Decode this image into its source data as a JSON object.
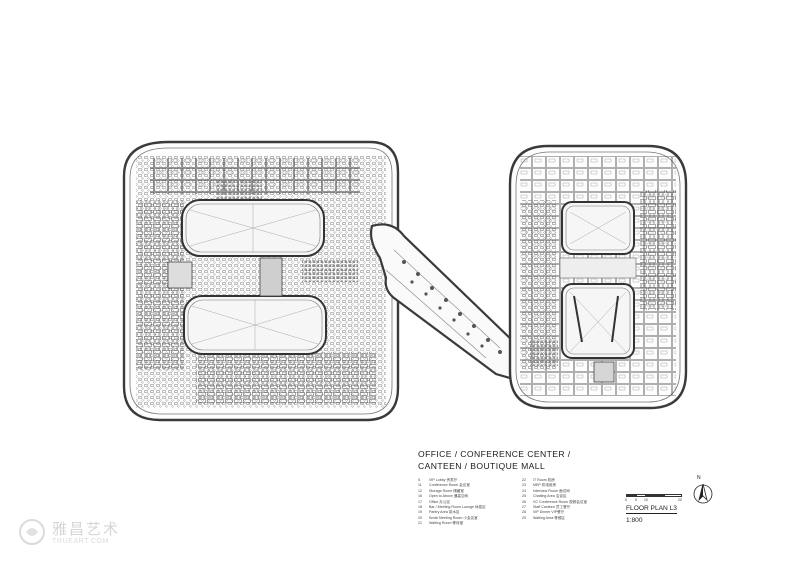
{
  "title_lines": [
    "OFFICE / CONFERENCE CENTER /",
    "CANTEEN / BOUTIQUE MALL"
  ],
  "legend_left": [
    {
      "num": "5",
      "text": "VIP Lobby  贵宾厅"
    },
    {
      "num": "11",
      "text": "Conference Room  会议室"
    },
    {
      "num": "12",
      "text": "Storage Room  储藏室"
    },
    {
      "num": "16",
      "text": "Open to Above  通高空间"
    },
    {
      "num": "17",
      "text": "Office  办公区"
    },
    {
      "num": "18",
      "text": "Bar / Meeting Room Lounge  休息区"
    },
    {
      "num": "19",
      "text": "Pantry Area  茶水区"
    },
    {
      "num": "20",
      "text": "Small Meeting Room  小会议室"
    },
    {
      "num": "21",
      "text": "Waiting Room  等待室"
    }
  ],
  "legend_right": [
    {
      "num": "22",
      "text": "IT Room  机房"
    },
    {
      "num": "23",
      "text": "MEP  机电用房"
    },
    {
      "num": "24",
      "text": "Interview Room  面试间"
    },
    {
      "num": "25",
      "text": "Chatting Area  洽谈区"
    },
    {
      "num": "26",
      "text": "VC Conference Room  视频会议室"
    },
    {
      "num": "27",
      "text": "Staff Canteen  员工餐厅"
    },
    {
      "num": "28",
      "text": "VIP Dinner  VIP餐厅"
    },
    {
      "num": "29",
      "text": "Waiting Area  等候区"
    }
  ],
  "scale_ticks": [
    "0",
    "5",
    "10",
    "20"
  ],
  "floor_plan_label": "FLOOR PLAN L3",
  "plan_scale": "1:800",
  "north_label": "N",
  "watermark": {
    "cn": "雅昌艺术",
    "en": "TRUEART.COM"
  },
  "colors": {
    "wall": "#3a3a3a",
    "furniture": "#6b6b6b",
    "void_fill": "#f6f6f6",
    "shell": "#888888"
  }
}
